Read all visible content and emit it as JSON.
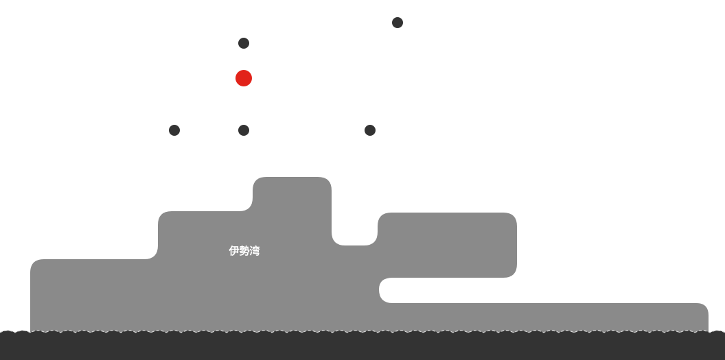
{
  "map": {
    "bay_label": "伊勢湾",
    "colors": {
      "background": "#ffffff",
      "bay_fill": "#8a8a8a",
      "land_fill": "#333333",
      "shoreline_dash": "#d8d8d8",
      "point_marker": "#333333",
      "highlight_marker": "#e2231a",
      "label_text": "#ffffff"
    },
    "markers": [
      {
        "id": "point-1",
        "highlighted": false
      },
      {
        "id": "point-2",
        "highlighted": false
      },
      {
        "id": "point-3",
        "highlighted": true
      },
      {
        "id": "point-4",
        "highlighted": false
      },
      {
        "id": "point-5",
        "highlighted": false
      },
      {
        "id": "point-6",
        "highlighted": false
      }
    ]
  }
}
